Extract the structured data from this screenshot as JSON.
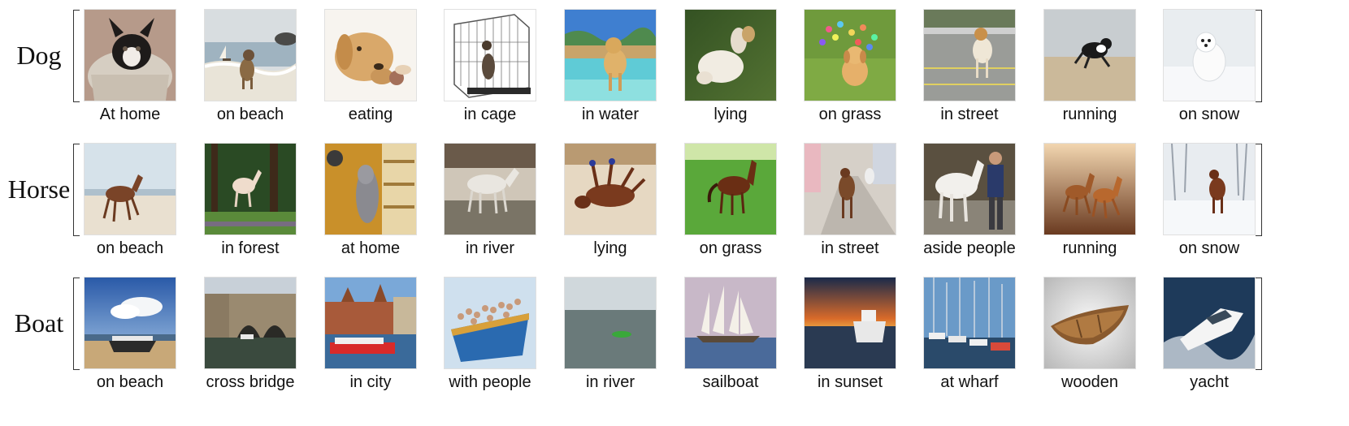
{
  "rows": [
    {
      "label": "Dog",
      "items": [
        {
          "caption": "At home",
          "icon": "dog-on-cushion"
        },
        {
          "caption": "on beach",
          "icon": "dog-on-beach"
        },
        {
          "caption": "eating",
          "icon": "dog-eating"
        },
        {
          "caption": "in cage",
          "icon": "dog-in-cage"
        },
        {
          "caption": "in water",
          "icon": "dog-in-water"
        },
        {
          "caption": "lying",
          "icon": "dog-lying"
        },
        {
          "caption": "on grass",
          "icon": "dog-on-grass"
        },
        {
          "caption": "in street",
          "icon": "dog-in-street"
        },
        {
          "caption": "running",
          "icon": "dog-running"
        },
        {
          "caption": "on snow",
          "icon": "dog-on-snow"
        }
      ]
    },
    {
      "label": "Horse",
      "items": [
        {
          "caption": "on beach",
          "icon": "horse-on-beach"
        },
        {
          "caption": "in forest",
          "icon": "horse-in-forest"
        },
        {
          "caption": "at home",
          "icon": "horse-at-home"
        },
        {
          "caption": "in river",
          "icon": "horse-in-river"
        },
        {
          "caption": "lying",
          "icon": "horse-lying"
        },
        {
          "caption": "on grass",
          "icon": "horse-on-grass"
        },
        {
          "caption": "in street",
          "icon": "horse-in-street"
        },
        {
          "caption": "aside people",
          "icon": "horse-with-person"
        },
        {
          "caption": "running",
          "icon": "horses-running"
        },
        {
          "caption": "on snow",
          "icon": "horse-on-snow"
        }
      ]
    },
    {
      "label": "Boat",
      "items": [
        {
          "caption": "on beach",
          "icon": "boat-on-beach"
        },
        {
          "caption": "cross bridge",
          "icon": "boat-under-bridge"
        },
        {
          "caption": "in city",
          "icon": "boat-in-city"
        },
        {
          "caption": "with people",
          "icon": "boat-with-people"
        },
        {
          "caption": "in river",
          "icon": "boat-in-river"
        },
        {
          "caption": "sailboat",
          "icon": "sailboat"
        },
        {
          "caption": "in sunset",
          "icon": "boat-in-sunset"
        },
        {
          "caption": "at wharf",
          "icon": "boats-at-wharf"
        },
        {
          "caption": "wooden",
          "icon": "wooden-boat"
        },
        {
          "caption": "yacht",
          "icon": "yacht"
        }
      ]
    }
  ]
}
